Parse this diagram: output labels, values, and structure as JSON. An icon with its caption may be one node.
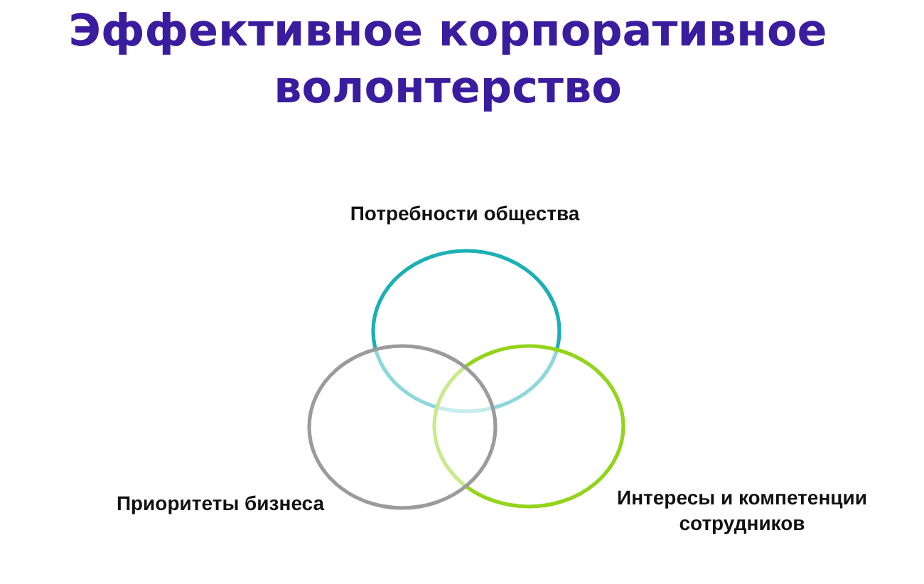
{
  "diagram": {
    "title": "Эффективное корпоративное волонтерство",
    "nodes": [
      {
        "text": [
          "Потребности общества"
        ]
      },
      {
        "text": [
          "Приоритеты бизнеса"
        ]
      },
      {
        "text": [
          "Интересы и компетенции сотрудников"
        ]
      }
    ]
  }
}
